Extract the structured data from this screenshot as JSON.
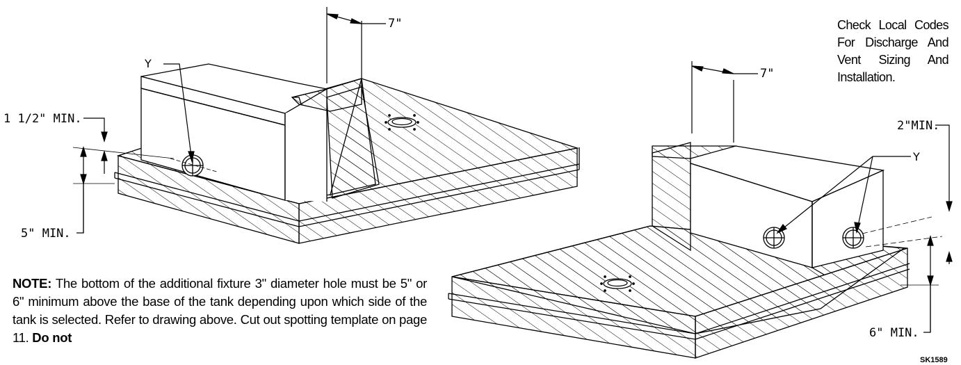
{
  "left_view": {
    "dim_top": "7\"",
    "dim_min_height": "1 1/2\" MIN.",
    "dim_base": "5\" MIN.",
    "label_y": "Y"
  },
  "right_view": {
    "dim_top": "7\"",
    "dim_min_height": "2\"MIN.",
    "dim_base": "6\" MIN.",
    "label_y": "Y"
  },
  "codes_note": "Check Local Codes For Discharge And Vent Sizing And Installation.",
  "install_note": {
    "lead": "NOTE:",
    "body": " The bottom of the additional fixture 3\" diameter hole must be 5\" or 6\" minimum above the base of the tank depending upon which side of the tank is selected. Refer to drawing above. Cut out spotting template on page 11.",
    "tail": "Do not"
  },
  "drawing_id": "SK1589"
}
